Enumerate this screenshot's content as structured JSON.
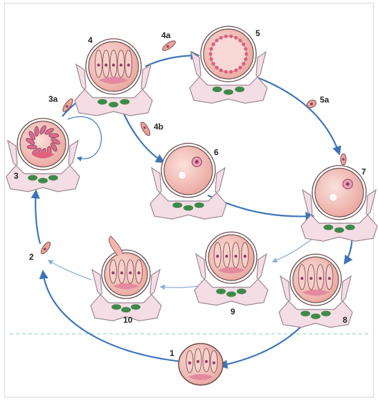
{
  "labels": {
    "s1": "1",
    "s2": "2",
    "s3": "3",
    "s3a": "3a",
    "s4": "4",
    "s4a": "4a",
    "s4b": "4b",
    "s5": "5",
    "s5a": "5a",
    "s6": "6",
    "s7": "7",
    "s8": "8",
    "s9": "9",
    "s10": "10"
  },
  "colors": {
    "arrow": "#3d74b8",
    "arrow_light": "#8fb0d8",
    "cell_fill": "#f2c4c0",
    "tissue_fill": "#f4dde5",
    "tissue_stroke": "#9a8792",
    "green": "#3f8a4a",
    "dashed_line": "#9fd0e0"
  }
}
